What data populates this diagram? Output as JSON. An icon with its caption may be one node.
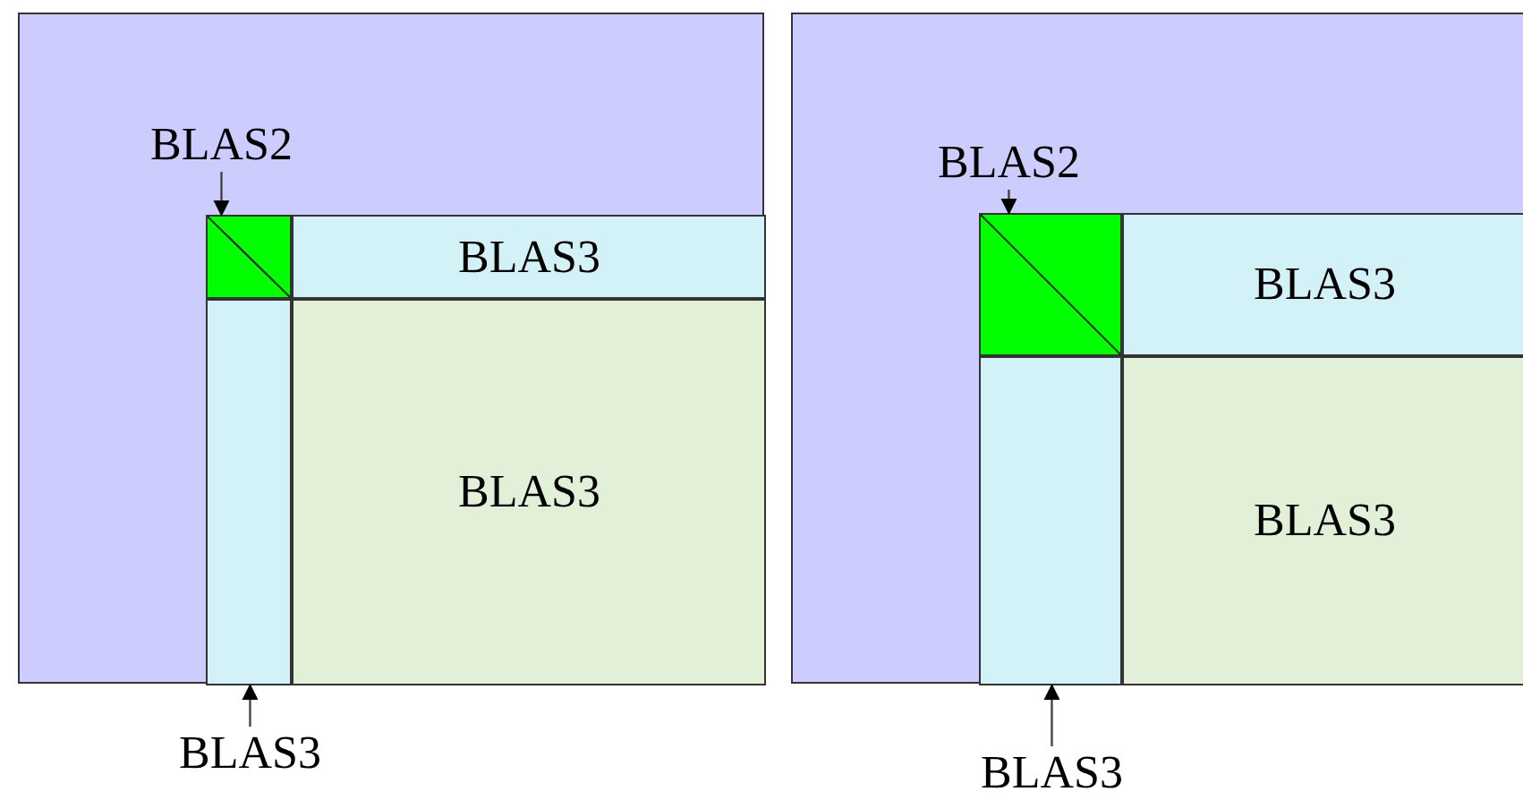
{
  "diagram": {
    "nodes": [
      {
        "text": [],
        "shape": "box"
      },
      {
        "text": [
          "BLAS2"
        ],
        "in": 0
      },
      {
        "text": [],
        "shape": "box",
        "in": 0
      },
      {
        "text": [
          "BLAS3"
        ],
        "in": 0
      },
      {
        "text": [],
        "shape": "box",
        "in": 0
      },
      {
        "text": [
          "BLAS3"
        ],
        "in": 0
      },
      {
        "text": [
          "BLAS3"
        ]
      },
      {
        "text": [],
        "shape": "box"
      },
      {
        "text": [
          "BLAS2"
        ],
        "in": 7
      },
      {
        "text": [],
        "shape": "box",
        "in": 7
      },
      {
        "text": [
          "BLAS3"
        ],
        "in": 7
      },
      {
        "text": [],
        "shape": "box",
        "in": 7
      },
      {
        "text": [
          "BLAS3"
        ],
        "in": 7
      },
      {
        "text": [
          "BLAS3"
        ]
      }
    ],
    "edges": [
      {
        "from": 1,
        "to": 2,
        "arrow": "to"
      },
      {
        "from": 6,
        "to": 4,
        "arrow": "to"
      },
      {
        "from": 8,
        "to": 9,
        "arrow": "to"
      },
      {
        "from": 13,
        "to": 11,
        "arrow": "to"
      }
    ]
  }
}
